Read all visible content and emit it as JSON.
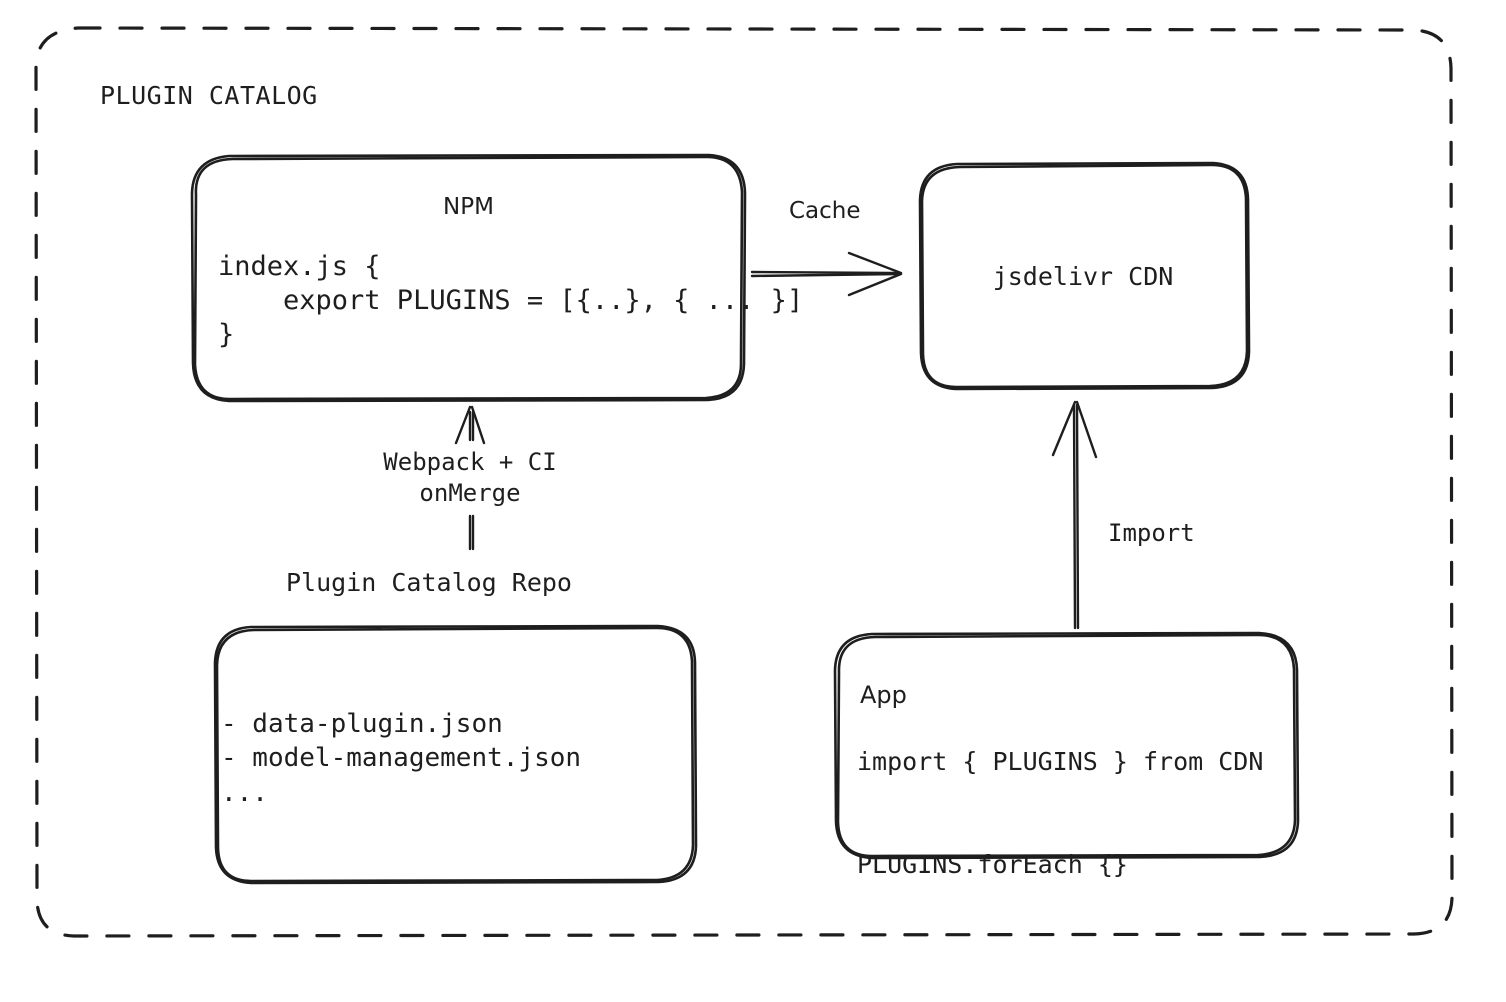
{
  "diagram": {
    "title": "PLUGIN CATALOG",
    "type": "architecture-flow",
    "background": "#ffffff",
    "stroke_color": "#1e1e1e",
    "style": "hand-drawn",
    "container": {
      "border": "dashed",
      "label": "PLUGIN CATALOG"
    }
  },
  "nodes": {
    "npm": {
      "title": "NPM",
      "code": "index.js {\n    export PLUGINS = [{..}, { ... }]\n}"
    },
    "cdn": {
      "title": "jsdelivr CDN"
    },
    "repo": {
      "caption": "Plugin Catalog Repo",
      "files": "- data-plugin.json\n- model-management.json\n..."
    },
    "app": {
      "title": "App",
      "code": "import { PLUGINS } from CDN\n\nPLUGINS.forEach {}"
    }
  },
  "edges": {
    "npm_to_cdn": {
      "label": "Cache",
      "from": "npm",
      "to": "cdn",
      "direction": "right"
    },
    "repo_to_npm": {
      "label": "Webpack + CI\nonMerge",
      "from": "repo",
      "to": "npm",
      "direction": "up"
    },
    "app_to_cdn": {
      "label": "Import",
      "from": "app",
      "to": "cdn",
      "direction": "up"
    }
  }
}
